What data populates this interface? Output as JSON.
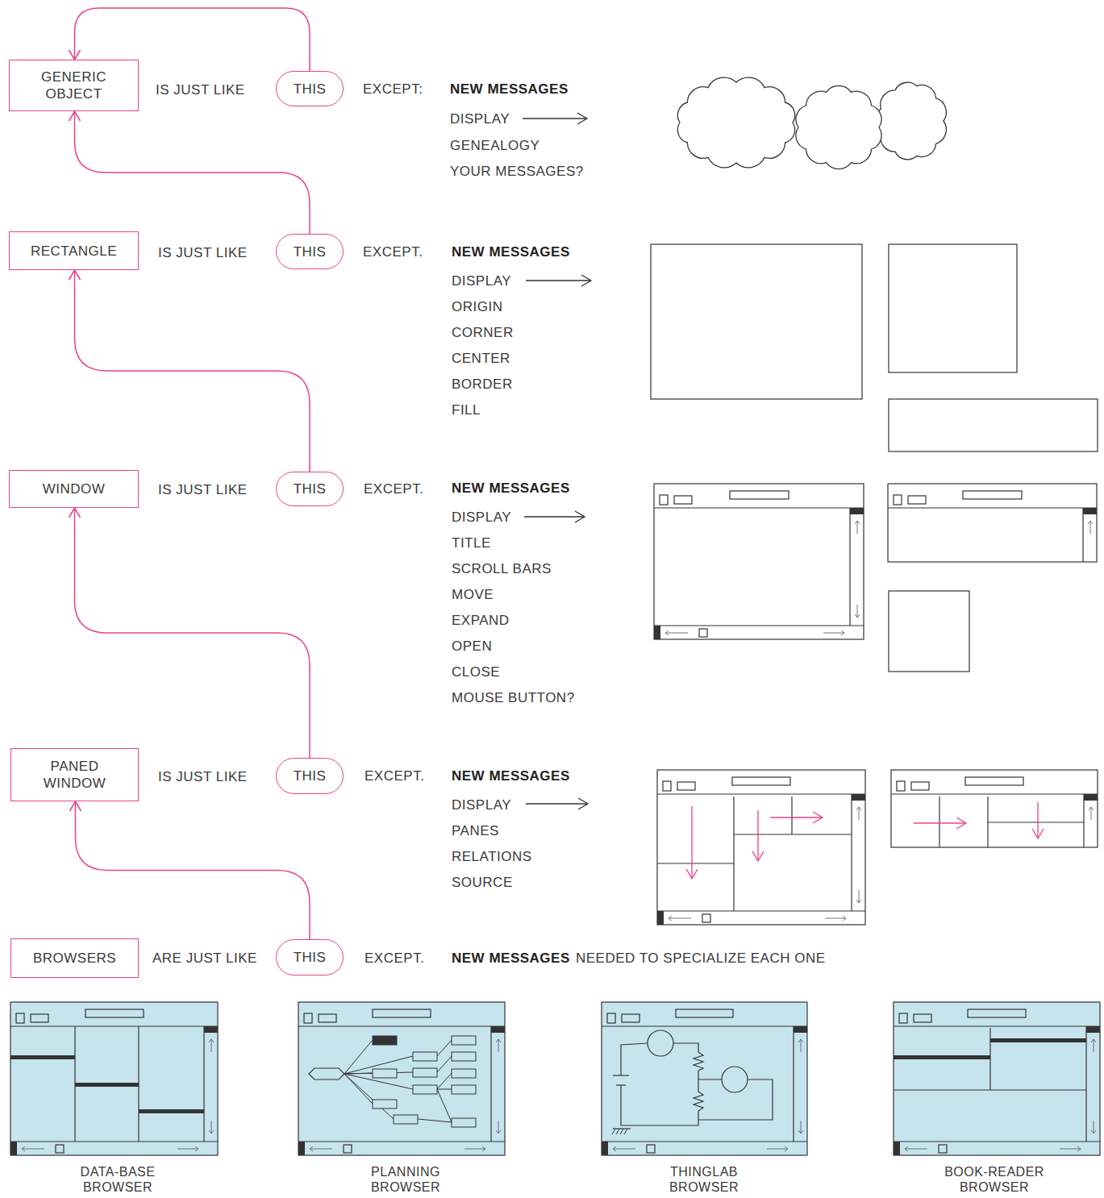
{
  "diagram": {
    "nodes": [
      {
        "text": [
          "GENERIC OBJECT"
        ]
      },
      {
        "text": [
          "THIS"
        ]
      },
      {
        "text": [
          "RECTANGLE"
        ]
      },
      {
        "text": [
          "THIS"
        ]
      },
      {
        "text": [
          "WINDOW"
        ]
      },
      {
        "text": [
          "THIS"
        ]
      },
      {
        "text": [
          "PANED WINDOW"
        ]
      },
      {
        "text": [
          "THIS"
        ]
      },
      {
        "text": [
          "BROWSERS"
        ]
      },
      {
        "text": [
          "THIS"
        ]
      }
    ],
    "edges": [
      {
        "from": 1,
        "to": 0,
        "arrow": "to"
      },
      {
        "from": 3,
        "to": 0,
        "arrow": "to"
      },
      {
        "from": 5,
        "to": 2,
        "arrow": "to"
      },
      {
        "from": 7,
        "to": 4,
        "arrow": "to"
      },
      {
        "from": 9,
        "to": 6,
        "arrow": "to"
      }
    ],
    "labels": [
      "IS JUST LIKE",
      "EXCEPT:",
      "NEW MESSAGES",
      "DISPLAY",
      "GENEALOGY",
      "YOUR MESSAGES?",
      "IS JUST LIKE",
      "EXCEPT.",
      "NEW MESSAGES",
      "DISPLAY",
      "ORIGIN",
      "CORNER",
      "CENTER",
      "BORDER",
      "FILL",
      "IS JUST LIKE",
      "EXCEPT.",
      "NEW MESSAGES",
      "DISPLAY",
      "TITLE",
      "SCROLL BARS",
      "MOVE",
      "EXPAND",
      "OPEN",
      "CLOSE",
      "MOUSE BUTTON?",
      "IS JUST LIKE",
      "EXCEPT.",
      "NEW MESSAGES",
      "DISPLAY",
      "PANES",
      "RELATIONS",
      "SOURCE",
      "ARE JUST LIKE",
      "EXCEPT.",
      "NEW MESSAGES",
      "NEEDED TO SPECIALIZE EACH ONE",
      "DATA-BASE BROWSER",
      "PLANNING BROWSER",
      "THINGLAB BROWSER",
      "BOOK-READER BROWSER"
    ]
  }
}
